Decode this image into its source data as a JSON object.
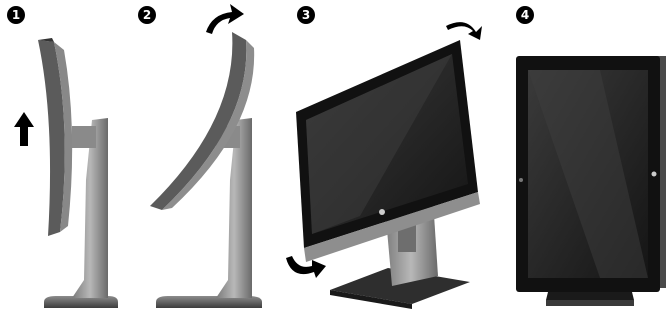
{
  "steps": [
    {
      "number": "1"
    },
    {
      "number": "2"
    },
    {
      "number": "3"
    },
    {
      "number": "4"
    }
  ],
  "icons": [
    "up-arrow-icon",
    "curved-arrow-icon",
    "hp-logo-icon"
  ],
  "colors": {
    "badge": "#000000",
    "screen": "#2b2b2b",
    "bezel": "#111111",
    "stand": "#9a9a9a",
    "stand_dark": "#6e6e6e",
    "base": "#555555",
    "arrow": "#000000"
  }
}
